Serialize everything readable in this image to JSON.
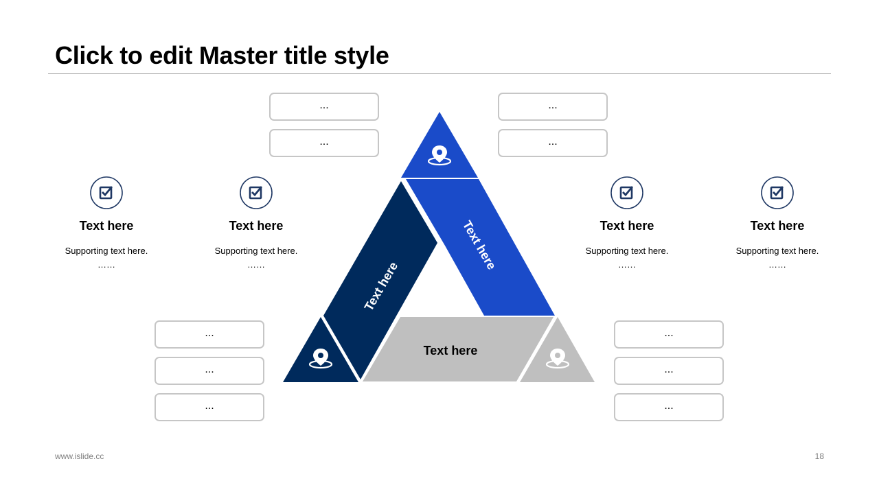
{
  "slide": {
    "title": "Click to edit Master title style",
    "footer_left": "www.islide.cc",
    "page_number": "18"
  },
  "colors": {
    "dark_navy": "#002A5C",
    "blue": "#1A4BC9",
    "gray": "#BFBFBF",
    "box_border": "#C6C6C6",
    "icon_navy": "#1F3864"
  },
  "triangle": {
    "left_band_label": "Text here",
    "right_band_label": "Text here",
    "bottom_band_label": "Text here",
    "corner_icons": [
      "location-pin-icon",
      "location-pin-icon",
      "location-pin-icon"
    ]
  },
  "boxes": {
    "top_left": [
      "...",
      "..."
    ],
    "top_right": [
      "...",
      "..."
    ],
    "bottom_left": [
      "...",
      "...",
      "..."
    ],
    "bottom_right": [
      "...",
      "...",
      "..."
    ]
  },
  "columns": [
    {
      "icon": "checklist-icon",
      "heading": "Text here",
      "supporting": "Supporting  text here.",
      "dots": "……"
    },
    {
      "icon": "checklist-icon",
      "heading": "Text here",
      "supporting": "Supporting  text here.",
      "dots": "……"
    },
    {
      "icon": "checklist-icon",
      "heading": "Text here",
      "supporting": "Supporting  text here.",
      "dots": "……"
    },
    {
      "icon": "checklist-icon",
      "heading": "Text here",
      "supporting": "Supporting  text here.",
      "dots": "……"
    }
  ]
}
